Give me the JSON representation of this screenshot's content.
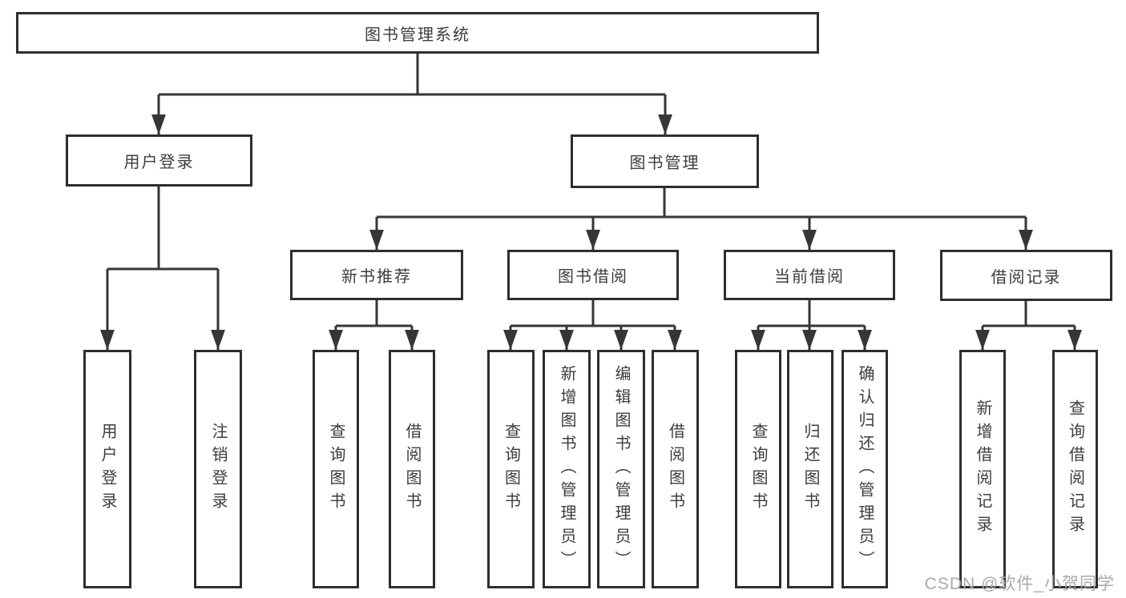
{
  "diagram": {
    "root": {
      "label": "图书管理系统"
    },
    "branches": [
      {
        "label": "用户登录",
        "children": [
          {
            "label": "用户登录"
          },
          {
            "label": "注销登录"
          }
        ]
      },
      {
        "label": "图书管理",
        "children": [
          {
            "label": "新书推荐",
            "children": [
              {
                "label": "查询图书"
              },
              {
                "label": "借阅图书"
              }
            ]
          },
          {
            "label": "图书借阅",
            "children": [
              {
                "label": "查询图书"
              },
              {
                "label": "新增图书（管理员）"
              },
              {
                "label": "编辑图书（管理员）"
              },
              {
                "label": "借阅图书"
              }
            ]
          },
          {
            "label": "当前借阅",
            "children": [
              {
                "label": "查询图书"
              },
              {
                "label": "归还图书"
              },
              {
                "label": "确认归还（管理员）"
              }
            ]
          },
          {
            "label": "借阅记录",
            "children": [
              {
                "label": "新增借阅记录"
              },
              {
                "label": "查询借阅记录"
              }
            ]
          }
        ]
      }
    ]
  },
  "watermark": {
    "text": "CSDN @软件_小贺同学",
    "color": "#a9a9a9"
  },
  "colors": {
    "line": "#363636",
    "box_border": "#2e2e2e",
    "text": "#3d3d3d",
    "background": "#ffffff"
  }
}
